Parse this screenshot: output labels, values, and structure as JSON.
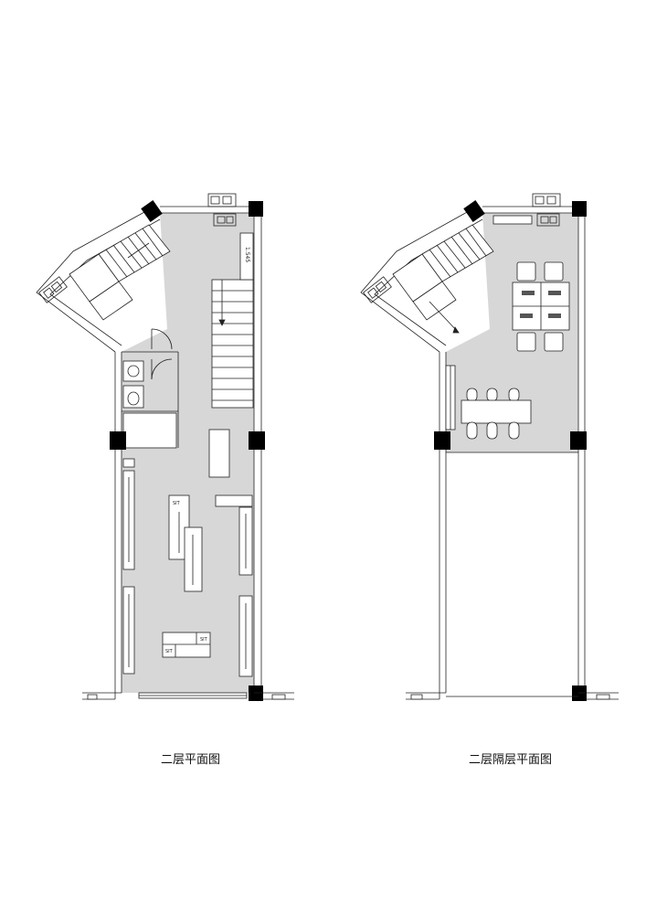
{
  "captions": {
    "left_plan": "二层平面图",
    "right_plan": "二层隔层平面图"
  },
  "annotations": {
    "stair_dimension": "1.545",
    "sit_label_a": "SIT",
    "sit_label_b": "SIT",
    "sit_label_c": "SIT"
  },
  "colors": {
    "floor_fill": "#d7d7d7",
    "wall_line": "#222222",
    "column_fill": "#000000",
    "background": "#ffffff"
  }
}
